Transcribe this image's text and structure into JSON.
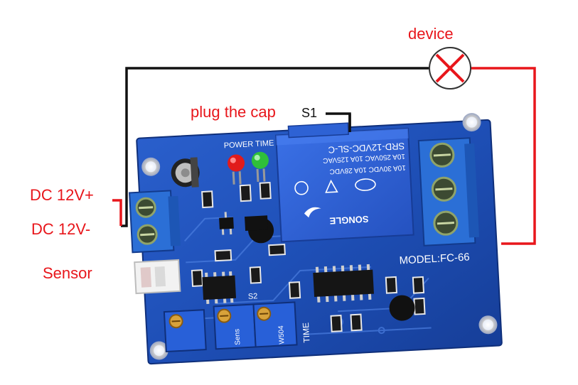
{
  "labels": {
    "device": "device",
    "plug_cap": "plug the cap",
    "s1": "S1",
    "dc_plus": "DC 12V+",
    "dc_minus": "DC 12V-",
    "sensor": "Sensor"
  },
  "board": {
    "power_time": "POWER TIME",
    "model": "MODEL:FC-66",
    "s2": "S2",
    "time": "TIME",
    "sens": "Sens",
    "pot_value": "W504"
  },
  "relay": {
    "model": "SRD-12VDC-SL-C",
    "rating_1": "10A 250VAC 10A 125VAC",
    "rating_2": "10A 30VDC 10A 28VDC",
    "brand": "SONGLE"
  },
  "colors": {
    "label_red": "#e8161b",
    "wire_red": "#e8161b",
    "wire_black": "#111111",
    "pcb_blue": "#1f4fb8",
    "relay_blue": "#2f62d8",
    "terminal_blue": "#2b6fd6"
  }
}
